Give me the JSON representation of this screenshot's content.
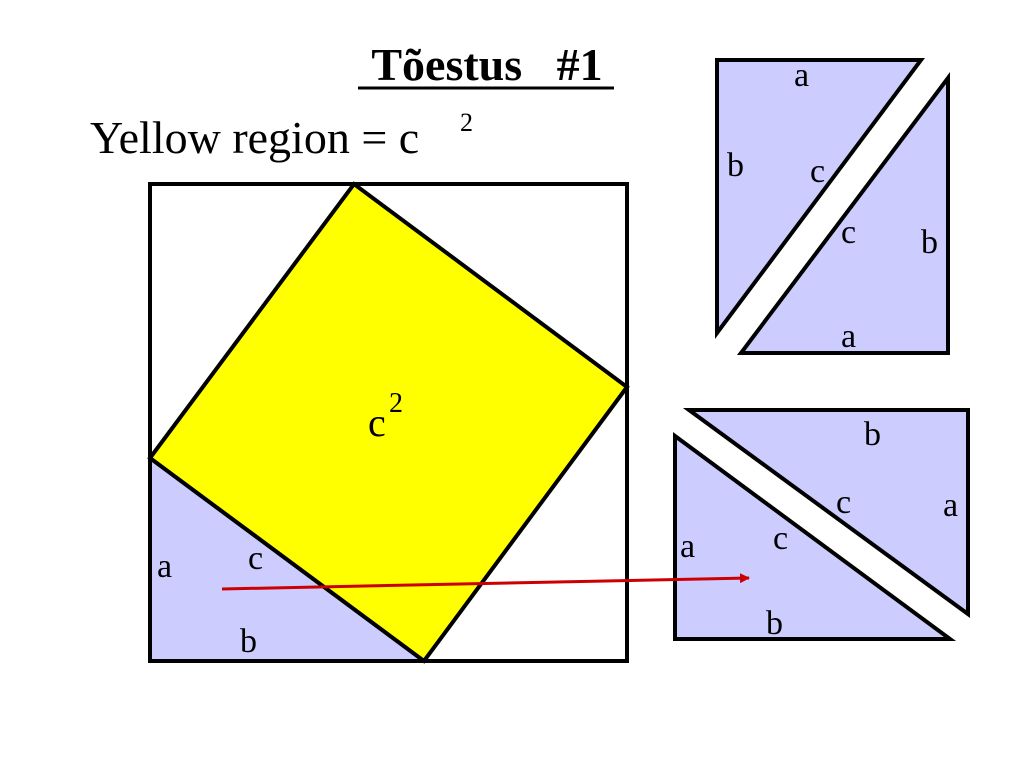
{
  "title": "Tõestus   #1",
  "formula": {
    "text": "Yellow region = c",
    "superscript": "2"
  },
  "center_label": {
    "base": "c",
    "superscript": "2"
  },
  "labels": {
    "main_a": "a",
    "main_c": "c",
    "main_b": "b",
    "tr1_a": "a",
    "tr1_b": "b",
    "tr1_c": "c",
    "tr2_c": "c",
    "tr2_b": "b",
    "tr2_a": "a",
    "br1_b": "b",
    "br1_c": "c",
    "br1_a": "a",
    "br2_a": "a",
    "br2_c": "c",
    "br2_b": "b"
  },
  "colors": {
    "yellow": "#ffff00",
    "lavender": "#ccccff",
    "outline": "#000000",
    "arrow": "#cc0000"
  }
}
